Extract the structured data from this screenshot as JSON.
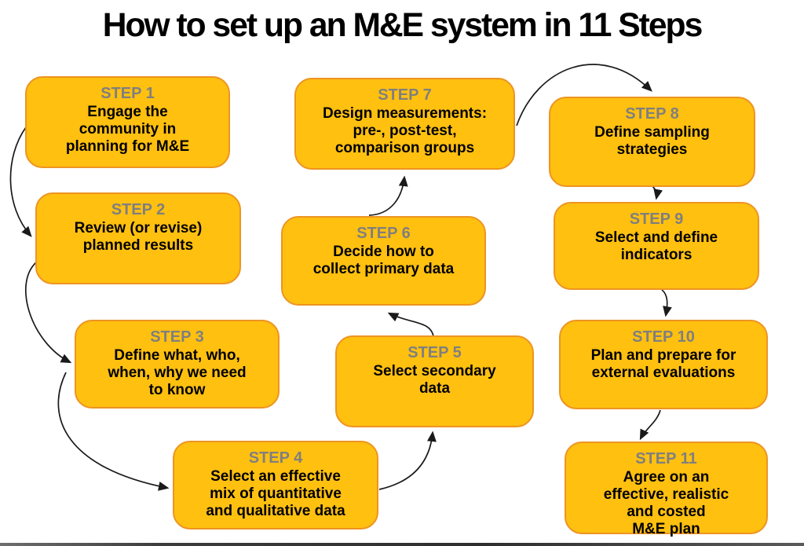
{
  "title": "How to set up an M&E system in 11 Steps",
  "steps": [
    {
      "label": "STEP 1",
      "text": "Engage the\ncommunity in\nplanning for M&E"
    },
    {
      "label": "STEP 2",
      "text": "Review (or revise)\nplanned results"
    },
    {
      "label": "STEP 3",
      "text": "Define what, who,\nwhen, why we need\nto know"
    },
    {
      "label": "STEP 4",
      "text": "Select an effective\nmix of quantitative\nand qualitative data"
    },
    {
      "label": "STEP 5",
      "text": "Select secondary\ndata"
    },
    {
      "label": "STEP 6",
      "text": "Decide how to\ncollect primary data"
    },
    {
      "label": "STEP 7",
      "text": "Design measurements:\npre-, post-test,\ncomparison groups"
    },
    {
      "label": "STEP 8",
      "text": "Define sampling\nstrategies"
    },
    {
      "label": "STEP 9",
      "text": "Select and define\nindicators"
    },
    {
      "label": "STEP 10",
      "text": "Plan and prepare for\nexternal evaluations"
    },
    {
      "label": "STEP 11",
      "text": "Agree on an\neffective, realistic\nand costed\nM&E plan"
    }
  ],
  "flow": [
    {
      "from": "STEP 1",
      "to": "STEP 2"
    },
    {
      "from": "STEP 2",
      "to": "STEP 3"
    },
    {
      "from": "STEP 3",
      "to": "STEP 4"
    },
    {
      "from": "STEP 4",
      "to": "STEP 5"
    },
    {
      "from": "STEP 5",
      "to": "STEP 6"
    },
    {
      "from": "STEP 6",
      "to": "STEP 7"
    },
    {
      "from": "STEP 7",
      "to": "STEP 8"
    },
    {
      "from": "STEP 8",
      "to": "STEP 9"
    },
    {
      "from": "STEP 9",
      "to": "STEP 10"
    },
    {
      "from": "STEP 10",
      "to": "STEP 11"
    }
  ],
  "colors": {
    "box_fill": "#FFC010",
    "box_border": "#ED9422",
    "step_label": "#7F7F7F",
    "body_text": "#000000",
    "arrow": "#1A1A1A",
    "background": "#FFFFFF"
  }
}
